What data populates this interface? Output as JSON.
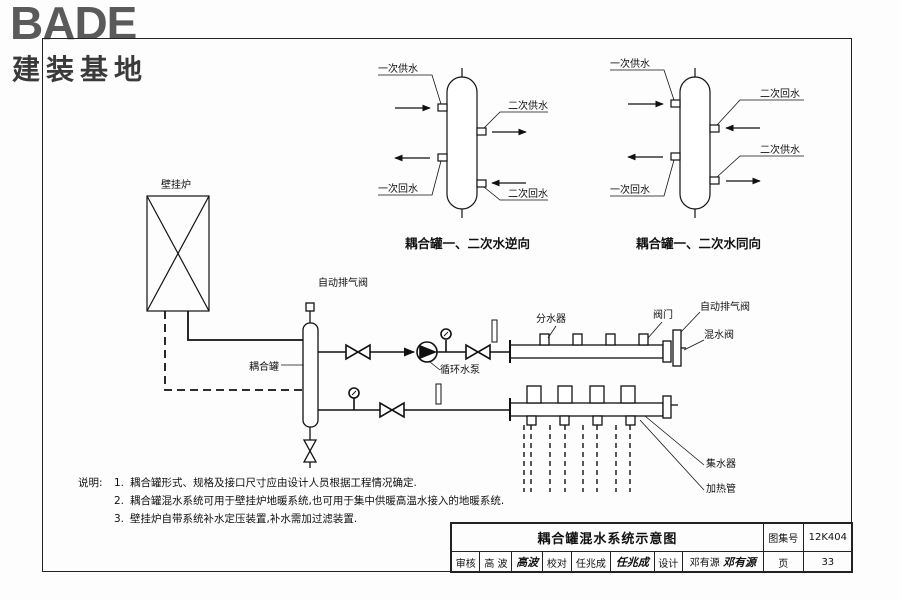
{
  "logo": {
    "brand": "BADE",
    "subtitle": "建装基地"
  },
  "diagram": {
    "labels": {
      "primary_supply": "一次供水",
      "secondary_supply": "二次供水",
      "primary_return": "一次回水",
      "secondary_return": "二次回水",
      "boiler": "壁挂炉",
      "auto_vent_top": "自动排气阀",
      "coupling_tank": "耦合罐",
      "circ_pump": "循环水泵",
      "distributor": "分水器",
      "valve": "阀门",
      "auto_vent_right": "自动排气阀",
      "mixing_valve": "混水阀",
      "collector": "集水器",
      "heating_pipe": "加热管"
    },
    "captions": {
      "counterflow": "耦合罐一、二次水逆向",
      "coflow": "耦合罐一、二次水同向"
    }
  },
  "notes": {
    "lead": "说明:",
    "items": [
      {
        "num": "1.",
        "text": "耦合罐形式、规格及接口尺寸应由设计人员根据工程情况确定."
      },
      {
        "num": "2.",
        "text": "耦合罐混水系统可用于壁挂炉地暖系统,也可用于集中供暖高温水接入的地暖系统."
      },
      {
        "num": "3.",
        "text": "壁挂炉自带系统补水定压装置,补水需加过滤装置."
      }
    ]
  },
  "title_block": {
    "title": "耦合罐混水系统示意图",
    "atlas_label": "图集号",
    "atlas_no": "12K404",
    "review_label": "审核",
    "reviewer": "高 波",
    "reviewer_sig": "高波",
    "check_label": "校对",
    "checker": "任兆成",
    "checker_sig": "任兆成",
    "design_label": "设计",
    "designer": "邓有源",
    "designer_sig": "邓有源",
    "page_label": "页",
    "page_no": "33"
  }
}
